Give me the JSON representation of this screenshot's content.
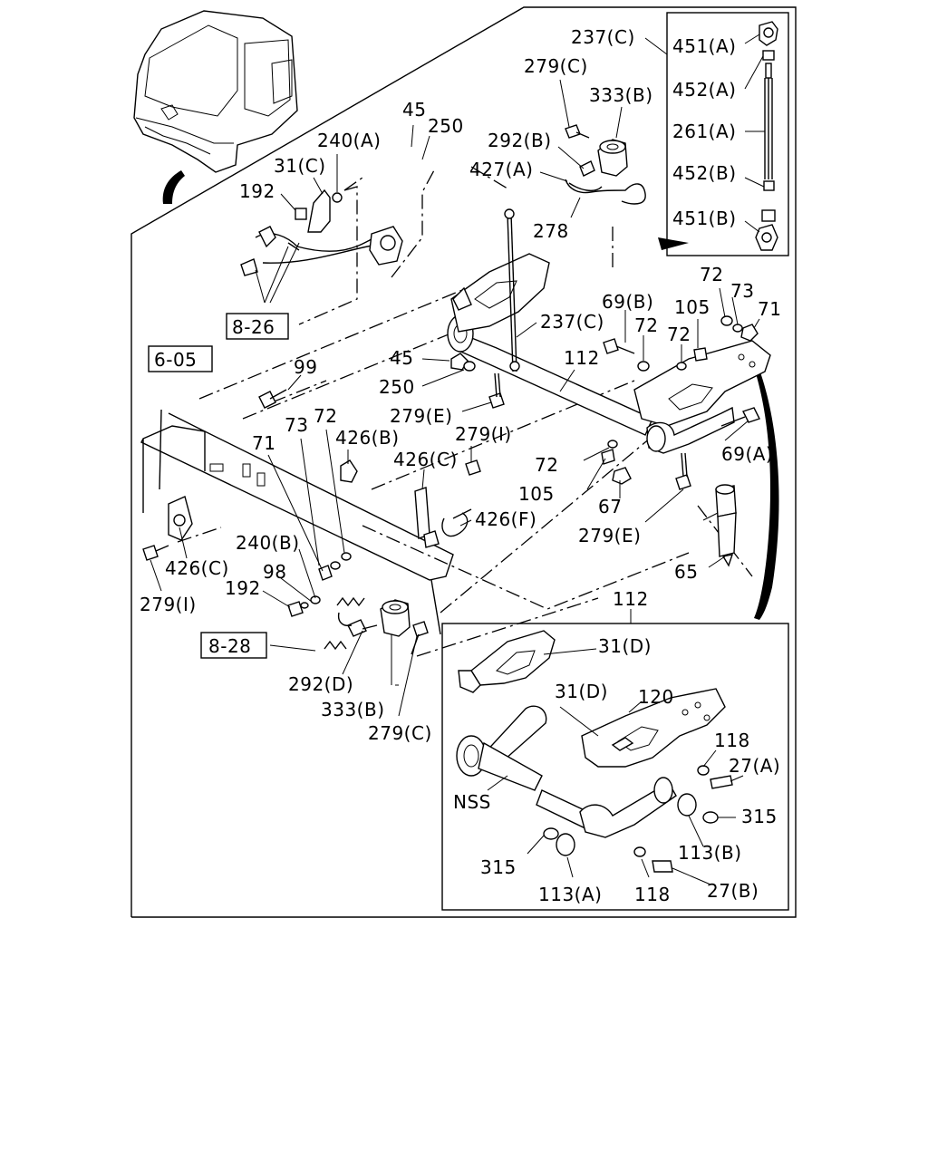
{
  "refs": {
    "r826": "8-26",
    "r605": "6-05",
    "r828": "8-28"
  },
  "labels": {
    "p237c_top": "237(C)",
    "p451a": "451(A)",
    "p452a": "452(A)",
    "p261a": "261(A)",
    "p452b": "452(B)",
    "p451b": "451(B)",
    "p279c_top": "279(C)",
    "p333b_top": "333(B)",
    "p292b": "292(B)",
    "p427a": "427(A)",
    "p278": "278",
    "p45_top": "45",
    "p250_top": "250",
    "p240a": "240(A)",
    "p31c": "31(C)",
    "p192_top": "192",
    "p72_r1": "72",
    "p73_r": "73",
    "p71_r": "71",
    "p69b": "69(B)",
    "p72_r2": "72",
    "p105_r": "105",
    "p72_r3": "72",
    "p237c_mid": "237(C)",
    "p112_mid": "112",
    "p45_mid": "45",
    "p250_mid": "250",
    "p99": "99",
    "p279e_mid": "279(E)",
    "p73_l": "73",
    "p72_l": "72",
    "p71_l": "71",
    "p426b": "426(B)",
    "p279i_mid": "279(I)",
    "p426c_mid": "426(C)",
    "p72_c": "72",
    "p105_c": "105",
    "p69a": "69(A)",
    "p67": "67",
    "p426f": "426(F)",
    "p279e_low": "279(E)",
    "p65": "65",
    "p240b": "240(B)",
    "p98": "98",
    "p192_low": "192",
    "p426c_low": "426(C)",
    "p279i_low": "279(I)",
    "p112_low": "112",
    "p292d": "292(D)",
    "p333b_low": "333(B)",
    "p279c_low": "279(C)",
    "p31d_a": "31(D)",
    "p31d_b": "31(D)",
    "p120": "120",
    "p118_a": "118",
    "p27a": "27(A)",
    "pNSS": "NSS",
    "p315_a": "315",
    "p113b": "113(B)",
    "p315_b": "315",
    "p113a": "113(A)",
    "p118_b": "118",
    "p27b": "27(B)"
  }
}
